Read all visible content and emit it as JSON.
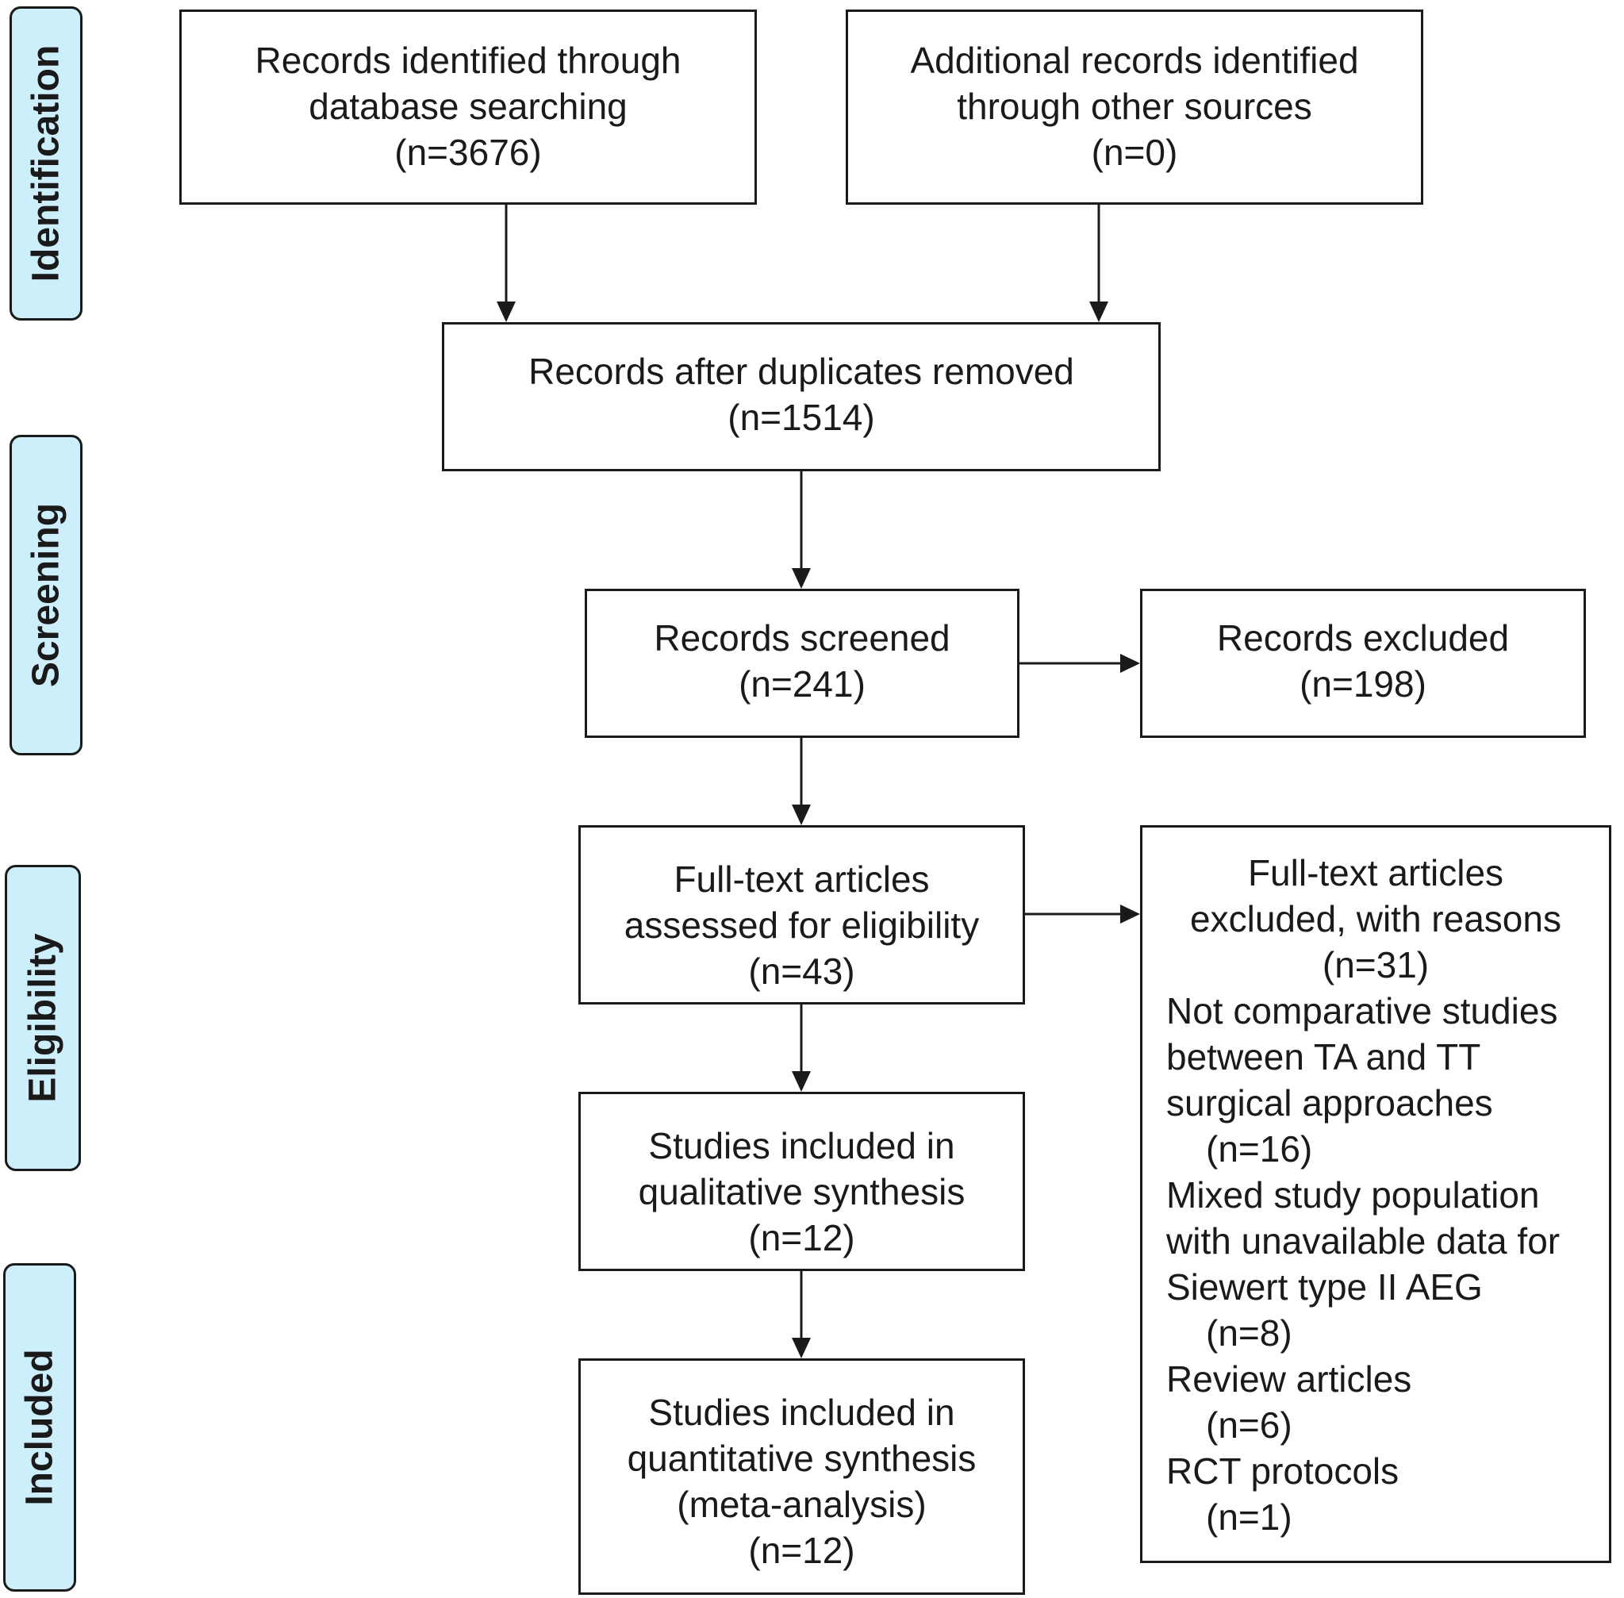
{
  "stages": [
    {
      "id": "identification",
      "label": "Identification"
    },
    {
      "id": "screening",
      "label": "Screening"
    },
    {
      "id": "eligibility",
      "label": "Eligibility"
    },
    {
      "id": "included",
      "label": "Included"
    }
  ],
  "boxes": {
    "database": {
      "lines": [
        "Records identified through",
        "database searching",
        "(n=3676)"
      ]
    },
    "other": {
      "lines": [
        "Additional records identified",
        "through other sources",
        "(n=0)"
      ]
    },
    "duplicates": {
      "lines": [
        "Records after duplicates removed",
        "(n=1514)"
      ]
    },
    "screened": {
      "lines": [
        "Records screened",
        "(n=241)"
      ]
    },
    "excluded": {
      "lines": [
        "Records excluded",
        "(n=198)"
      ]
    },
    "fulltext": {
      "lines": [
        "Full-text articles",
        "assessed for eligibility",
        "(n=43)"
      ]
    },
    "qualitative": {
      "lines": [
        "Studies included in",
        "qualitative synthesis",
        "(n=12)"
      ]
    },
    "quantitative": {
      "lines": [
        "Studies included in",
        "quantitative synthesis",
        "(meta-analysis)",
        "(n=12)"
      ]
    },
    "fulltext_excluded": {
      "header": [
        "Full-text articles",
        "excluded, with reasons",
        "(n=31)"
      ],
      "reasons": [
        {
          "lines": [
            "Not comparative studies",
            "between TA and TT",
            "surgical approaches"
          ],
          "count": "(n=16)"
        },
        {
          "lines": [
            "Mixed study population",
            "with unavailable data for",
            "Siewert type II AEG"
          ],
          "count": "(n=8)"
        },
        {
          "lines": [
            "Review articles"
          ],
          "count": "(n=6)"
        },
        {
          "lines": [
            "RCT protocols"
          ],
          "count": "(n=1)"
        }
      ]
    }
  },
  "colors": {
    "stage_fill": "#cdeefb",
    "stroke": "#1a1a1a"
  }
}
